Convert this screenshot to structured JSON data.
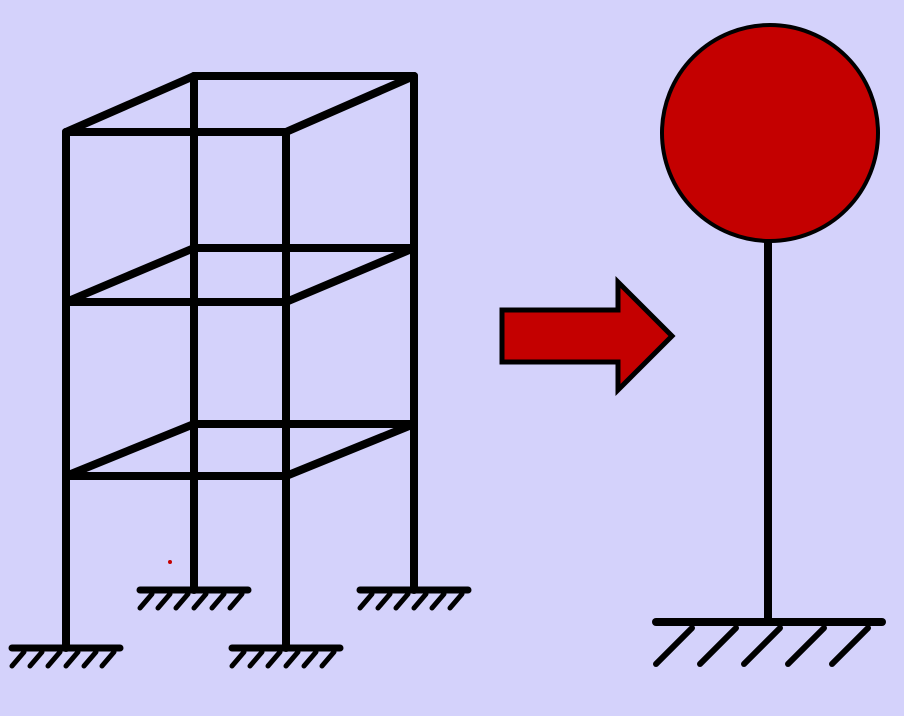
{
  "colors": {
    "background": "#d4d2fb",
    "stroke": "#000000",
    "arrow_fill": "#c40000",
    "mass_fill": "#c40000"
  },
  "frame": {
    "stories": 3,
    "supports": 4,
    "support_type": "fixed"
  },
  "arrow": {
    "direction": "right",
    "icon": "right-arrow-icon"
  },
  "equivalent_model": {
    "type": "lumped-mass-cantilever",
    "support_type": "fixed"
  }
}
